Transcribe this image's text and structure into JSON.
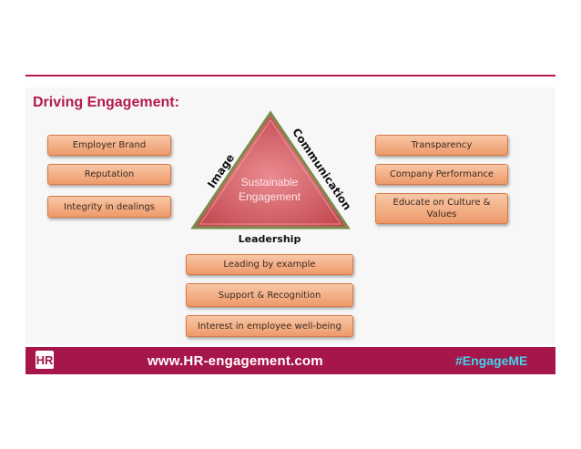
{
  "slide": {
    "title": "Driving Engagement:",
    "left_boxes": [
      "Employer Brand",
      "Reputation",
      "Integrity in dealings"
    ],
    "right_boxes": [
      "Transparency",
      "Company Performance",
      "Educate on Culture & Values"
    ],
    "bottom_boxes": [
      "Leading by example",
      "Support & Recognition",
      "Interest in employee well-being"
    ],
    "triangle": {
      "center_line1": "Sustainable",
      "center_line2": "Engagement",
      "left_side_label": "Image",
      "right_side_label": "Communication",
      "base_label": "Leadership"
    }
  },
  "footer": {
    "logo_text": "HR",
    "url": "www.HR-engagement.com",
    "hashtag": "#EngageME"
  },
  "colors": {
    "brand": "#b31b4d",
    "footer_bg": "#a7164a",
    "hashtag": "#3fd4ee",
    "box_fill": "#f4b184",
    "triangle_fill": "#d75f68"
  }
}
